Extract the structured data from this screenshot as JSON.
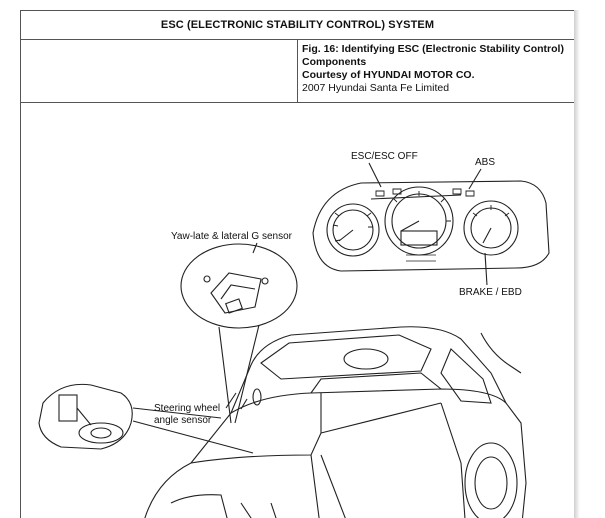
{
  "header": {
    "title": "ESC (ELECTRONIC STABILITY CONTROL) SYSTEM"
  },
  "caption": {
    "figure_title": "Fig. 16: Identifying ESC (Electronic Stability Control) Components",
    "courtesy": "Courtesy of HYUNDAI MOTOR CO.",
    "vehicle": "2007 Hyundai Santa Fe Limited"
  },
  "figure": {
    "labels": {
      "esc": "ESC/ESC OFF",
      "abs": "ABS",
      "brake": "BRAKE / EBD",
      "yaw": "Yaw-late & lateral G sensor",
      "steering_line1": "Steering wheel",
      "steering_line2": "angle sensor"
    }
  }
}
